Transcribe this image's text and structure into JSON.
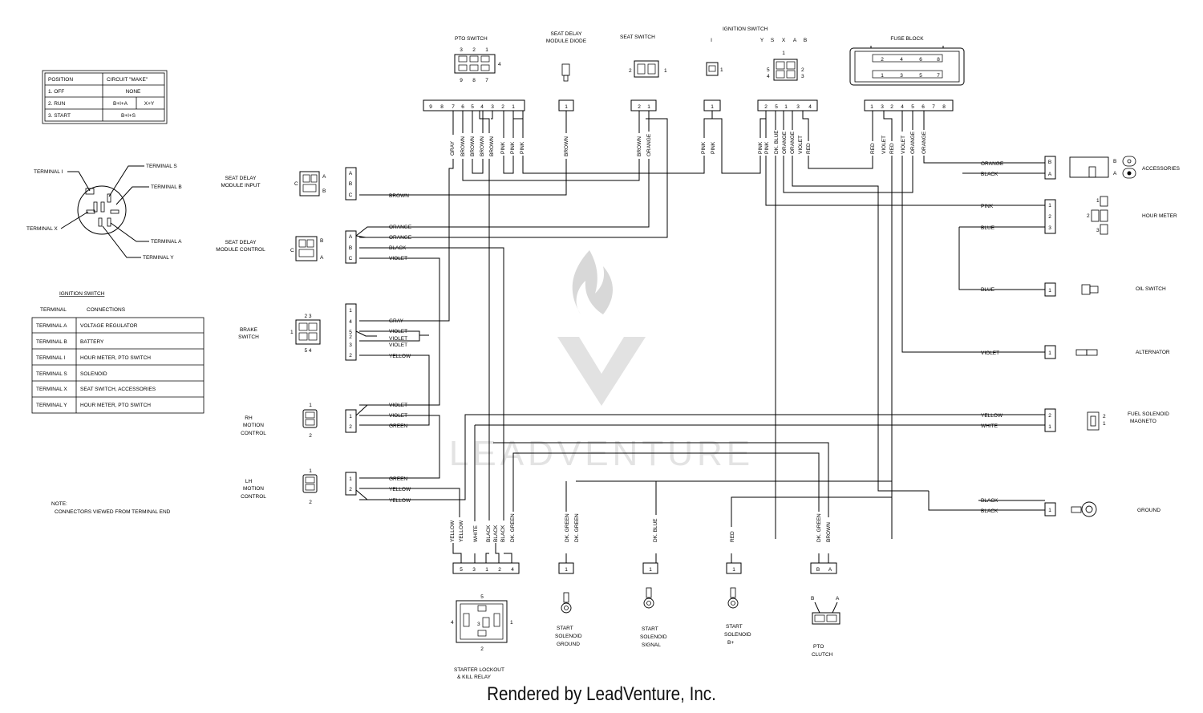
{
  "position_table": {
    "headers": [
      "POSITION",
      "CIRCUIT \"MAKE\""
    ],
    "rows": [
      [
        "1. OFF",
        "NONE",
        ""
      ],
      [
        "2. RUN",
        "B+I+A",
        "X+Y"
      ],
      [
        "3. START",
        "B+I+S",
        ""
      ]
    ]
  },
  "ignition_table": {
    "title": "IGNITION SWITCH",
    "headers": [
      "TERMINAL",
      "CONNECTIONS"
    ],
    "rows": [
      [
        "TERMINAL  A",
        "VOLTAGE REGULATOR"
      ],
      [
        "TERMINAL  B",
        "BATTERY"
      ],
      [
        "TERMINAL  I",
        "HOUR METER, PTO SWITCH"
      ],
      [
        "TERMINAL  S",
        "SOLENOID"
      ],
      [
        "TERMINAL  X",
        "SEAT SWITCH, ACCESSORIES"
      ],
      [
        "TERMINAL  Y",
        "HOUR METER, PTO SWITCH"
      ]
    ]
  },
  "terminal_labels": [
    "TERMINAL I",
    "TERMINAL S",
    "TERMINAL B",
    "TERMINAL X",
    "TERMINAL A",
    "TERMINAL Y"
  ],
  "note": [
    "NOTE:",
    "CONNECTORS VIEWED FROM TERMINAL END"
  ],
  "components": {
    "pto_switch": "PTO SWITCH",
    "seat_delay_diode": [
      "SEAT DELAY",
      "MODULE DIODE"
    ],
    "seat_switch": "SEAT SWITCH",
    "ignition_switch": "IGNITION SWITCH",
    "fuse_block": "FUSE BLOCK",
    "seat_delay_input": [
      "SEAT DELAY",
      "MODULE INPUT"
    ],
    "seat_delay_control": [
      "SEAT DELAY",
      "MODULE CONTROL"
    ],
    "brake_switch": [
      "BRAKE",
      "SWITCH"
    ],
    "rh_motion": [
      "RH",
      "MOTION",
      "CONTROL"
    ],
    "lh_motion": [
      "LH",
      "MOTION",
      "CONTROL"
    ],
    "accessories": "ACCESSORIES",
    "hour_meter": "HOUR METER",
    "oil_switch": "OIL SWITCH",
    "alternator": "ALTERNATOR",
    "fuel_solenoid": [
      "FUEL SOLENOID",
      "MAGNETO"
    ],
    "ground": "GROUND",
    "starter_relay": [
      "STARTER LOCKOUT",
      "& KILL RELAY"
    ],
    "start_ground": [
      "START",
      "SOLENOID",
      "GROUND"
    ],
    "start_signal": [
      "START",
      "SOLENOID",
      "SIGNAL"
    ],
    "start_bplus": [
      "START",
      "SOLENOID",
      "B+"
    ],
    "pto_clutch": [
      "PTO",
      "CLUTCH"
    ]
  },
  "connectors": {
    "pto_pins": [
      "9",
      "8",
      "7",
      "6",
      "5",
      "4",
      "3",
      "2",
      "1"
    ],
    "diode_pins": [
      "1"
    ],
    "seat_pins": [
      "2",
      "1"
    ],
    "ign_i_pins": [
      "1"
    ],
    "ign_pins": [
      "2",
      "5",
      "1",
      "3",
      "4"
    ],
    "fuse_pins": [
      "1",
      "3",
      "2",
      "4",
      "5",
      "6",
      "7",
      "8"
    ],
    "relay_pins": [
      "5",
      "3",
      "1",
      "2",
      "4"
    ],
    "bottom_single": [
      "1"
    ],
    "pto_clutch_pins": [
      "B",
      "A"
    ],
    "ign_letters": [
      "I",
      "Y",
      "S",
      "X",
      "A",
      "B"
    ],
    "fuse_numbers_top": [
      "2",
      "4",
      "6",
      "8"
    ],
    "fuse_numbers_bottom": [
      "1",
      "3",
      "5",
      "7"
    ]
  },
  "wire_labels": {
    "pto": [
      "GRAY",
      "BROWN",
      "BROWN",
      "BROWN",
      "BROWN",
      "PINK",
      "PINK",
      "PINK"
    ],
    "diode": [
      "BROWN"
    ],
    "seat": [
      "BROWN",
      "ORANGE"
    ],
    "ign_i": [
      "PINK",
      "PINK"
    ],
    "ign": [
      "PINK",
      "PINK",
      "DK. BLUE",
      "ORANGE",
      "ORANGE",
      "VIOLET",
      "RED"
    ],
    "fuse": [
      "RED",
      "VIOLET",
      "RED",
      "VIOLET",
      "ORANGE",
      "ORANGE"
    ],
    "relay": [
      "YELLOW",
      "YELLOW",
      "WHITE",
      "BLACK",
      "BLACK",
      "BLACK",
      "DK. GREEN"
    ],
    "start_ground": [
      "DK. GREEN",
      "DK. GREEN"
    ],
    "start_signal": [
      "DK. BLUE"
    ],
    "start_bplus": [
      "RED"
    ],
    "pto_clutch": [
      "DK. GREEN",
      "BROWN"
    ],
    "seat_input": [
      "BROWN"
    ],
    "seat_control": [
      "ORANGE",
      "ORANGE",
      "BLACK",
      "VIOLET"
    ],
    "brake": [
      "GRAY",
      "VIOLET",
      "VIOLET",
      "VIOLET",
      "YELLOW"
    ],
    "rh": [
      "VIOLET",
      "VIOLET",
      "GREEN"
    ],
    "lh": [
      "GREEN",
      "YELLOW",
      "YELLOW"
    ],
    "accessories": [
      "ORANGE",
      "BLACK"
    ],
    "hour_meter": [
      "PINK",
      "BLUE"
    ],
    "oil": [
      "BLUE"
    ],
    "alternator": [
      "VIOLET"
    ],
    "fuel": [
      "YELLOW",
      "WHITE"
    ],
    "ground": [
      "BLACK",
      "BLACK"
    ]
  },
  "pin_labels": {
    "seat_input_box": [
      "A",
      "B",
      "C"
    ],
    "seat_control_box": [
      "A",
      "B",
      "C"
    ],
    "brake_box": [
      "1",
      "4",
      "5",
      "2",
      "3",
      "2"
    ],
    "rh_box": [
      "1",
      "2"
    ],
    "lh_box": [
      "1",
      "2"
    ],
    "acc_box": [
      "B",
      "A"
    ],
    "hour_box": [
      "1",
      "2",
      "3"
    ],
    "oil_box": [
      "1"
    ],
    "alt_box": [
      "1"
    ],
    "fuel_box": [
      "2",
      "1"
    ],
    "ground_box": [
      "1"
    ]
  },
  "watermark": "LEADVENTURE",
  "footer": "Rendered by LeadVenture, Inc."
}
